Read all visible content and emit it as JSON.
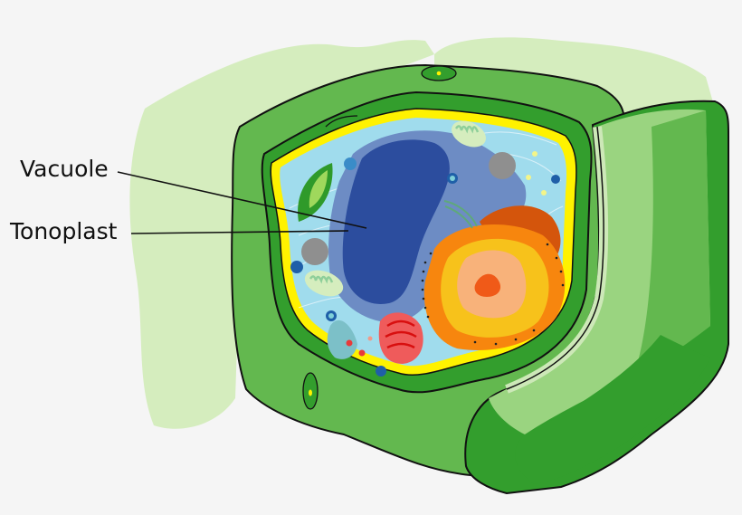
{
  "diagram": {
    "subject": "Plant cell cross-section",
    "background_color": "#f5f5f5",
    "labels": [
      {
        "id": "vacuole",
        "text": "Vacuole",
        "pointer_from": [
          130,
          190
        ],
        "pointer_to": [
          405,
          252
        ]
      },
      {
        "id": "tonoplast",
        "text": "Tonoplast",
        "pointer_from": [
          145,
          258
        ],
        "pointer_to": [
          385,
          255
        ]
      }
    ],
    "structures": [
      {
        "name": "cell-wall",
        "color": "#63b84f"
      },
      {
        "name": "cell-wall-inner",
        "color": "#339e2d"
      },
      {
        "name": "cell-membrane",
        "color": "#fff200"
      },
      {
        "name": "cytoplasm",
        "color": "#a0dced"
      },
      {
        "name": "vacuole",
        "color": "#2c4d9e"
      },
      {
        "name": "tonoplast",
        "color": "#6d8cc4"
      },
      {
        "name": "nucleus",
        "color": "#f5a623"
      },
      {
        "name": "nucleolus",
        "color": "#f26522"
      },
      {
        "name": "chloroplast",
        "color": "#2f9a2a"
      },
      {
        "name": "mitochondria",
        "color": "#d5edbe"
      },
      {
        "name": "golgi-apparatus",
        "color": "#ee4b4b"
      },
      {
        "name": "rough-endoplasmic-reticulum",
        "color": "#d4550c"
      },
      {
        "name": "neighbor-cell",
        "color": "#d5edbe"
      }
    ]
  }
}
